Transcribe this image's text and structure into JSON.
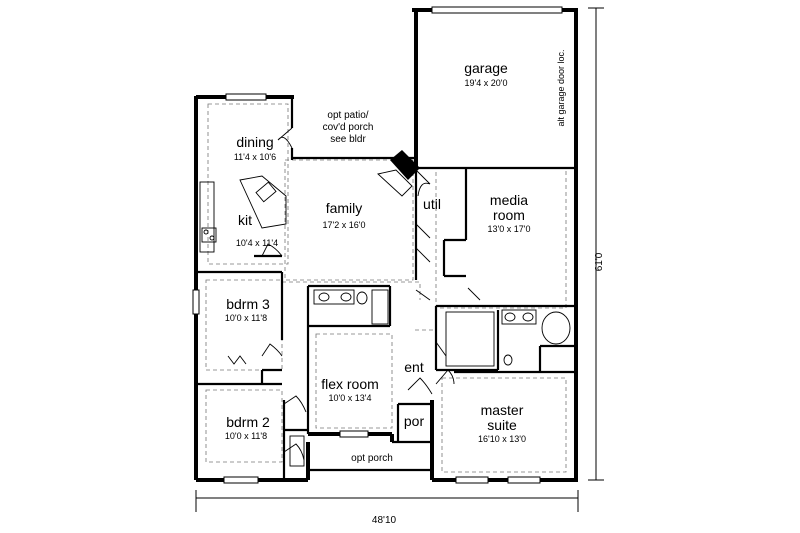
{
  "rooms": {
    "garage": {
      "name": "garage",
      "dims": "19'4 x 20'0"
    },
    "dining": {
      "name": "dining",
      "dims": "11'4 x 10'6"
    },
    "kit": {
      "name": "kit",
      "dims": "10'4 x 11'4"
    },
    "family": {
      "name": "family",
      "dims": "17'2 x 16'0"
    },
    "util": {
      "name": "util"
    },
    "media": {
      "name1": "media",
      "name2": "room",
      "dims": "13'0 x 17'0"
    },
    "bdrm3": {
      "name": "bdrm 3",
      "dims": "10'0 x 11'8"
    },
    "bdrm2": {
      "name": "bdrm 2",
      "dims": "10'0 x 11'8"
    },
    "flex": {
      "name": "flex room",
      "dims": "10'0 x 13'4"
    },
    "ent": {
      "name": "ent"
    },
    "por": {
      "name": "por"
    },
    "master": {
      "name1": "master",
      "name2": "suite",
      "dims": "16'10 x 13'0"
    }
  },
  "notes": {
    "patio_line1": "opt patio/",
    "patio_line2": "cov'd porch",
    "patio_line3": "see bldr",
    "opt_porch": "opt porch",
    "garage_door": "alt garage door loc."
  },
  "dimensions": {
    "width": "48'10",
    "depth": "61'0"
  }
}
